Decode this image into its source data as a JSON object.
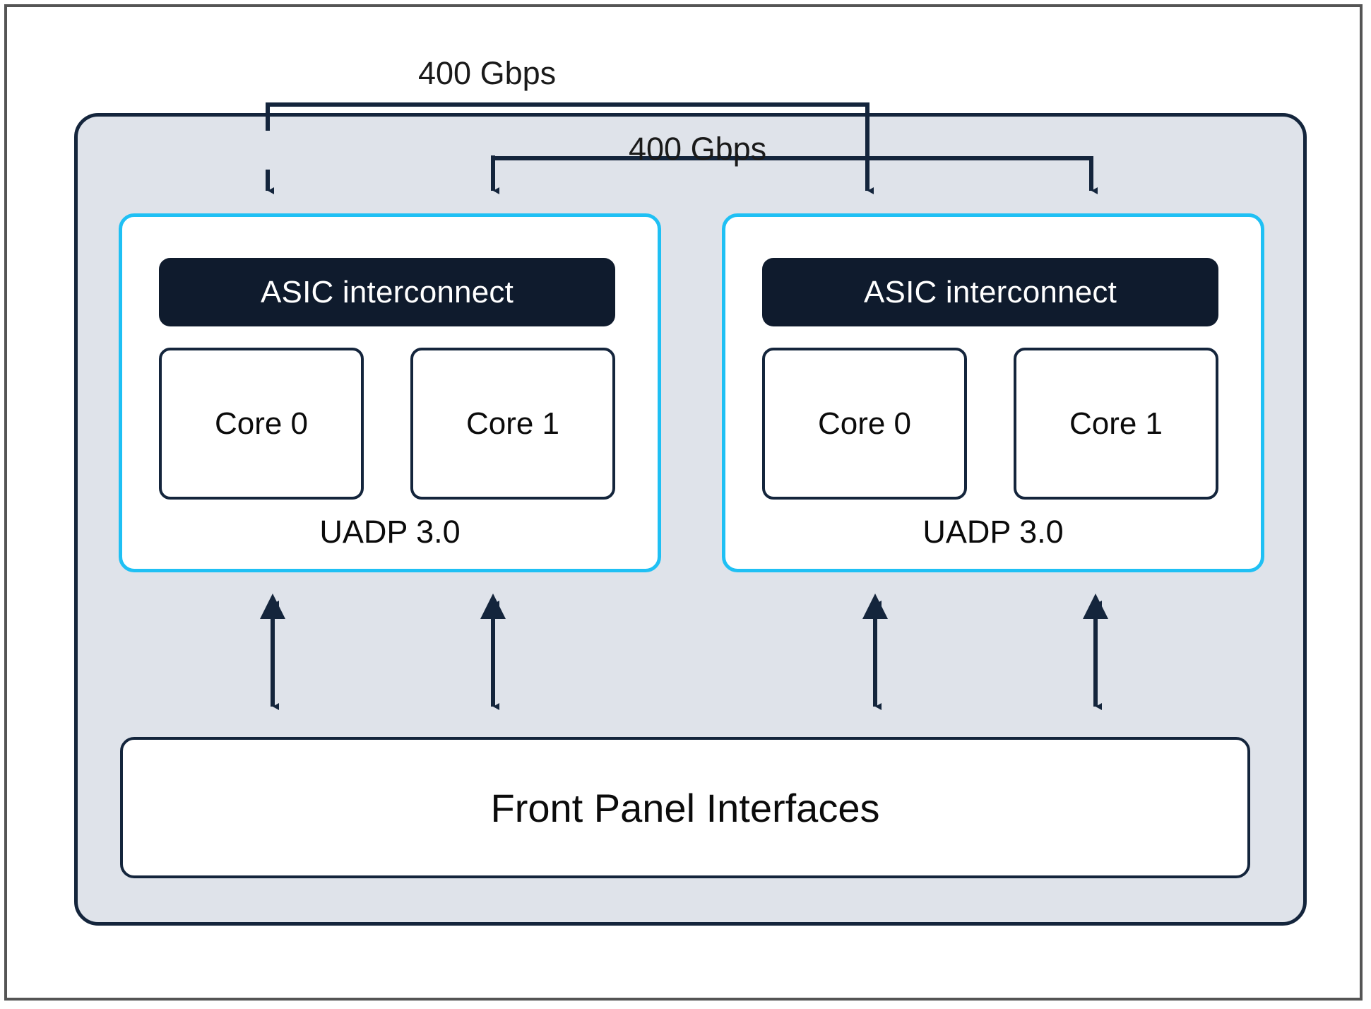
{
  "diagram": {
    "title": "Dual UADP 3.0 ASIC switch architecture",
    "colors": {
      "frame_border": "#555555",
      "chassis_fill": "#dfe3ea",
      "chassis_border": "#14253c",
      "uadp_border": "#1fc0f4",
      "asic_fill": "#0f1b2d",
      "asic_text": "#ffffff",
      "box_border": "#14253c",
      "arrow": "#14253c",
      "text": "#0b0b0b"
    },
    "bandwidth_labels": [
      {
        "id": "bw-top",
        "text": "400 Gbps"
      },
      {
        "id": "bw-mid",
        "text": "400 Gbps"
      }
    ],
    "uadp_units": [
      {
        "id": "uadp-left",
        "asic_label": "ASIC interconnect",
        "cores": [
          {
            "label": "Core 0"
          },
          {
            "label": "Core 1"
          }
        ],
        "unit_label": "UADP 3.0"
      },
      {
        "id": "uadp-right",
        "asic_label": "ASIC interconnect",
        "cores": [
          {
            "label": "Core 0"
          },
          {
            "label": "Core 1"
          }
        ],
        "unit_label": "UADP 3.0"
      }
    ],
    "front_panel": {
      "label": "Front Panel Interfaces"
    }
  }
}
